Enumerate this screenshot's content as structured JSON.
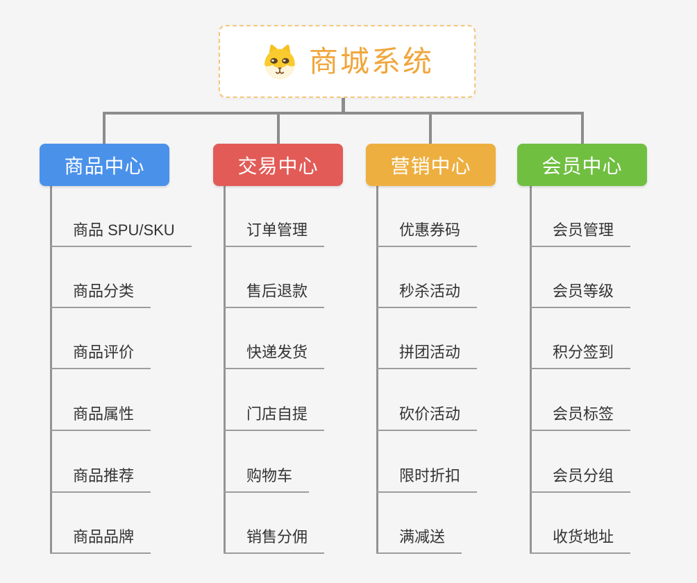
{
  "root": {
    "title": "商城系统",
    "icon": "shiba-dog-icon"
  },
  "branches": [
    {
      "label": "商品中心",
      "color": "#4a91ea",
      "children": [
        "商品 SPU/SKU",
        "商品分类",
        "商品评价",
        "商品属性",
        "商品推荐",
        "商品品牌"
      ]
    },
    {
      "label": "交易中心",
      "color": "#e25b57",
      "children": [
        "订单管理",
        "售后退款",
        "快递发货",
        "门店自提",
        "购物车",
        "销售分佣"
      ]
    },
    {
      "label": "营销中心",
      "color": "#eeaf41",
      "children": [
        "优惠券码",
        "秒杀活动",
        "拼团活动",
        "砍价活动",
        "限时折扣",
        "满减送"
      ]
    },
    {
      "label": "会员中心",
      "color": "#70bf41",
      "children": [
        "会员管理",
        "会员等级",
        "积分签到",
        "会员标签",
        "会员分组",
        "收货地址"
      ]
    }
  ],
  "colors": {
    "background": "#f5f5f5",
    "connector": "#8c8c8c",
    "underline": "#9c9c9c",
    "topic_text": "#333333",
    "root_accent": "#f0a63c",
    "root_border": "#f6c77c"
  }
}
